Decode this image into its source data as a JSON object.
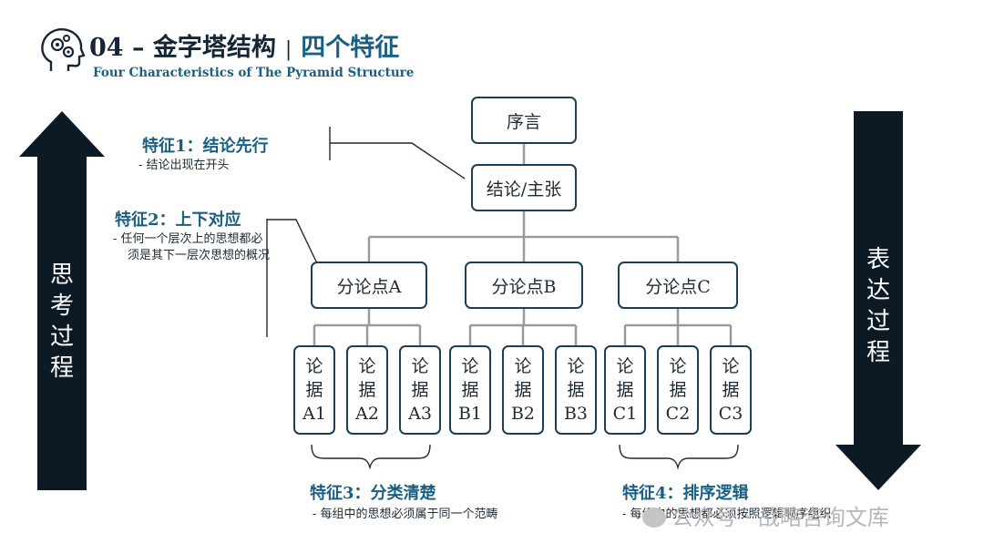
{
  "header": {
    "title_main": "04 – 金字塔结构",
    "title_sep": "|",
    "title_accent": "四个特征",
    "subtitle": "Four Characteristics of  The Pyramid Structure"
  },
  "arrows": {
    "left_label": "思考过程",
    "right_label": "表达过程",
    "color": "#0c1a26"
  },
  "pyramid": {
    "preface": "序言",
    "conclusion": "结论/主张",
    "points": [
      "分论点A",
      "分论点B",
      "分论点C"
    ],
    "evidence": [
      [
        "论",
        "据",
        "A1"
      ],
      [
        "论",
        "据",
        "A2"
      ],
      [
        "论",
        "据",
        "A3"
      ],
      [
        "论",
        "据",
        "B1"
      ],
      [
        "论",
        "据",
        "B2"
      ],
      [
        "论",
        "据",
        "B3"
      ],
      [
        "论",
        "据",
        "C1"
      ],
      [
        "论",
        "据",
        "C2"
      ],
      [
        "论",
        "据",
        "C3"
      ]
    ]
  },
  "features": {
    "f1": {
      "title": "特征1：结论先行",
      "desc": "-  结论出现在开头"
    },
    "f2": {
      "title": "特征2：上下对应",
      "desc": "-  任何一个层次上的思想都必须是其下一层次思想的概况"
    },
    "f3": {
      "title": "特征3：分类清楚",
      "desc": "-  每组中的思想必须属于同一个范畴"
    },
    "f4": {
      "title": "特征4：排序逻辑",
      "desc": "-  每组中的思想都必须按照逻辑顺序组织"
    }
  },
  "watermark": "公众号 · 战略咨询文库",
  "colors": {
    "border": "#1b3f57",
    "accent": "#1a5f83",
    "connector": "#9a9a9a"
  }
}
